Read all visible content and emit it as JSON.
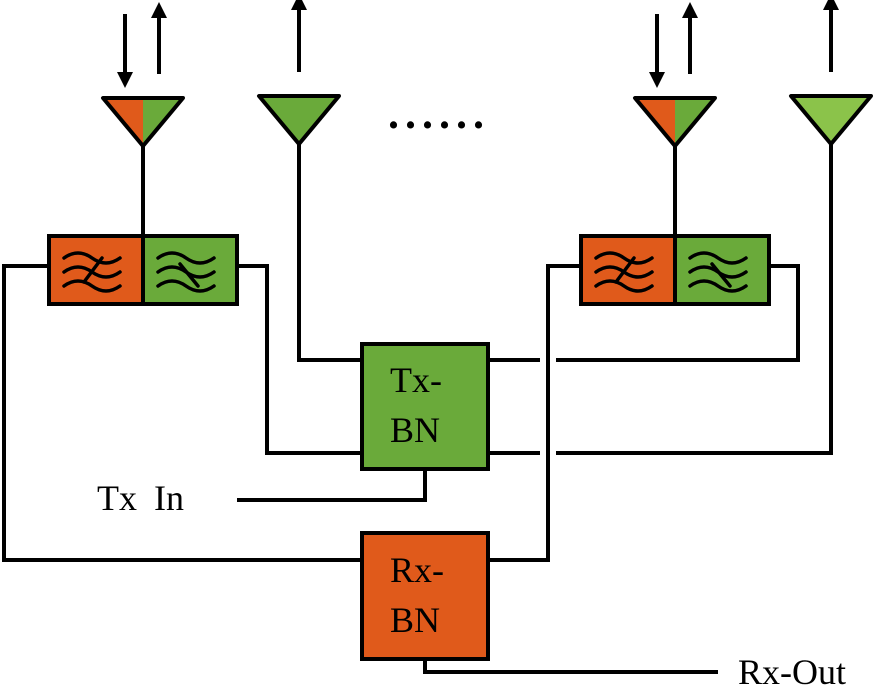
{
  "colors": {
    "tx": "#6aaa3a",
    "rx": "#e05a1b",
    "antenna_tx_only": "#8bc34a"
  },
  "blocks": {
    "tx_bn": {
      "line1": "Tx-",
      "line2": "BN"
    },
    "rx_bn": {
      "line1": "Rx-",
      "line2": "BN"
    }
  },
  "ports": {
    "tx_in": "Tx In",
    "rx_out": "Rx-Out"
  },
  "ellipsis": "......",
  "antennas": [
    {
      "id": "duplex-1",
      "type": "transmit-receive",
      "icons": [
        "arrow-down-icon",
        "arrow-up-icon"
      ]
    },
    {
      "id": "tx-1",
      "type": "transmit",
      "icons": [
        "arrow-up-icon"
      ]
    },
    {
      "id": "duplex-2",
      "type": "transmit-receive",
      "icons": [
        "arrow-down-icon",
        "arrow-up-icon"
      ]
    },
    {
      "id": "tx-2",
      "type": "transmit",
      "icons": [
        "arrow-up-icon"
      ]
    }
  ],
  "diplexers": [
    {
      "id": "diplexer-1",
      "filters": [
        "rx-filter",
        "tx-filter"
      ]
    },
    {
      "id": "diplexer-2",
      "filters": [
        "rx-filter",
        "tx-filter"
      ]
    }
  ]
}
